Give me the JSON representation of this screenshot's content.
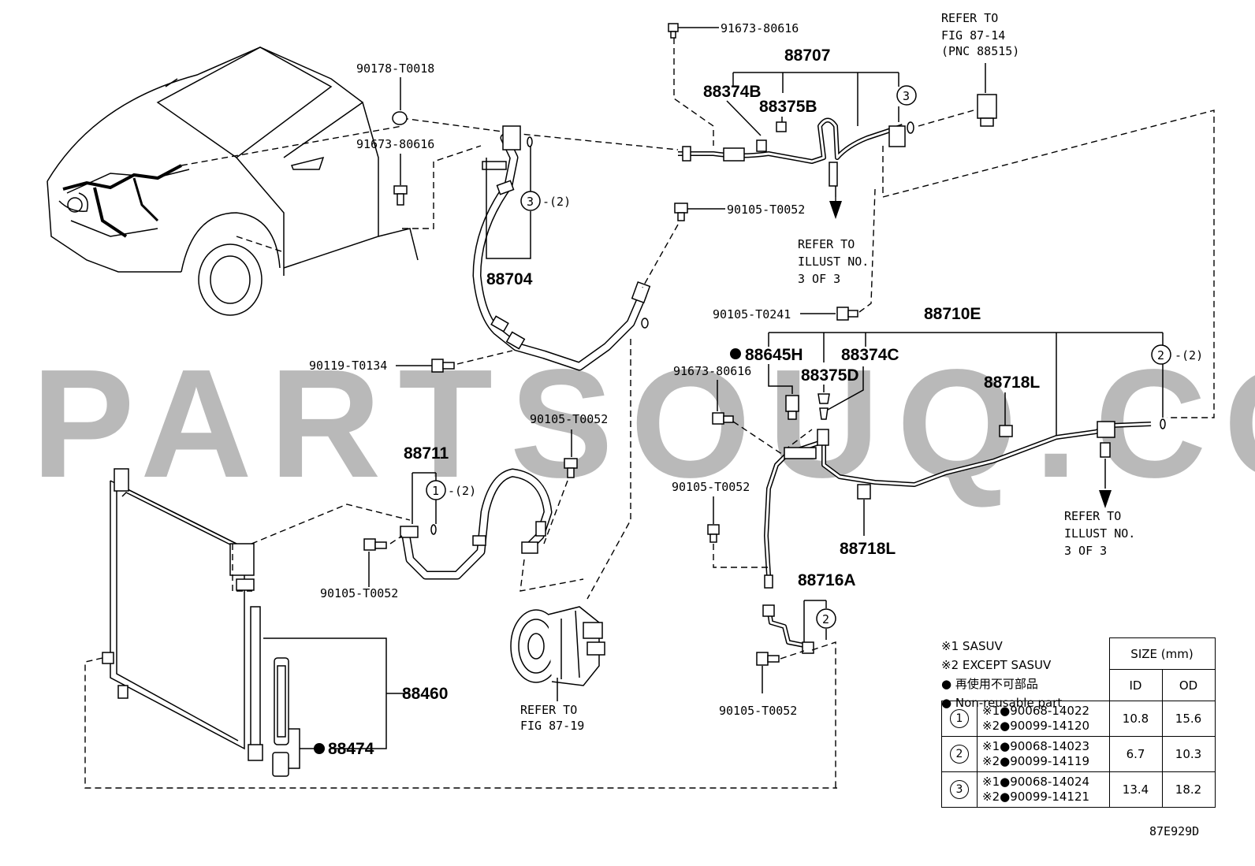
{
  "watermark": "PARTSOUQ.COM",
  "figure_code": "87E929D",
  "labels": {
    "p91673_top": "91673-80616",
    "p88707": "88707",
    "p88374B": "88374B",
    "p88375B": "88375B",
    "p90178": "90178-T0018",
    "p91673_left": "91673-80616",
    "p90105_a": "90105-T0052",
    "p88704": "88704",
    "p90105_t0241": "90105-T0241",
    "p88710E": "88710E",
    "p88645H": "88645H",
    "p88375D": "88375D",
    "p88374C": "88374C",
    "p91673_mid": "91673-80616",
    "p88718L_a": "88718L",
    "p88718L_b": "88718L",
    "p90119": "90119-T0134",
    "p90105_b": "90105-T0052",
    "p88711": "88711",
    "p90105_c": "90105-T0052",
    "p90105_d": "90105-T0052",
    "p88716A": "88716A",
    "p90105_e": "90105-T0052",
    "p88460": "88460",
    "p88474": "88474"
  },
  "qty": {
    "q3_2": "-(2)",
    "q2_2": "-(2)",
    "q1_2": "-(2)"
  },
  "circles": {
    "c1": "1",
    "c2": "2",
    "c3": "3"
  },
  "refers": {
    "fig8714": [
      "REFER TO",
      "FIG 87-14",
      "(PNC 88515)"
    ],
    "illust_a": [
      "REFER TO",
      "ILLUST NO.",
      "3 OF 3"
    ],
    "illust_b": [
      "REFER TO",
      "ILLUST NO.",
      "3 OF 3"
    ],
    "fig8719": [
      "REFER TO",
      "FIG 87-19"
    ]
  },
  "legend": {
    "note1": "※1 SASUV",
    "note2": "※2 EXCEPT SASUV",
    "note3": "再使用不可部品",
    "note4": "Non-reusable part"
  },
  "size_table": {
    "header": "SIZE (mm)",
    "col_id": "ID",
    "col_od": "OD",
    "rows": [
      {
        "ring": "1",
        "part1": "90068-14022",
        "part2": "90099-14120",
        "id": "10.8",
        "od": "15.6"
      },
      {
        "ring": "2",
        "part1": "90068-14023",
        "part2": "90099-14119",
        "id": "6.7",
        "od": "10.3"
      },
      {
        "ring": "3",
        "part1": "90068-14024",
        "part2": "90099-14121",
        "id": "13.4",
        "od": "18.2"
      }
    ],
    "mark1": "※1",
    "mark2": "※2"
  }
}
